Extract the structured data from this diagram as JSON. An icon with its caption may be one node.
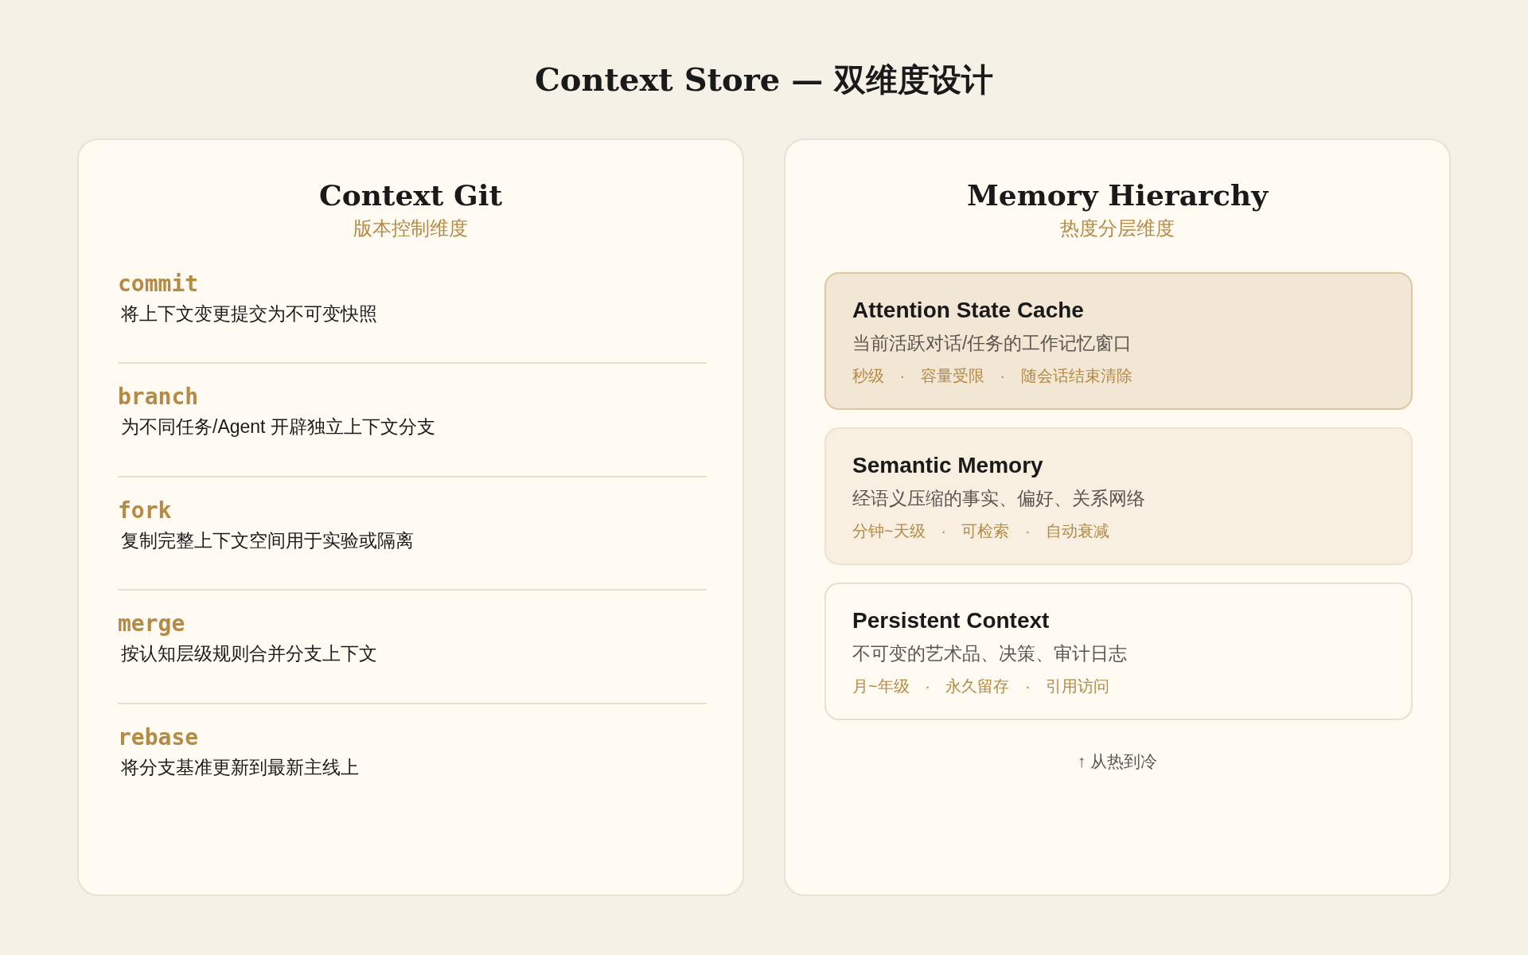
{
  "diagram": {
    "title": "Context Store — 双维度设计",
    "nodes": [
      {
        "text": [
          "Context Git",
          "版本控制维度"
        ]
      },
      {
        "text": [
          "commit",
          "将上下文变更提交为不可变快照"
        ],
        "in": 0
      },
      {
        "text": [
          "branch",
          "为不同任务/Agent 开辟独立上下文分支"
        ],
        "in": 0
      },
      {
        "text": [
          "fork",
          "复制完整上下文空间用于实验或隔离"
        ],
        "in": 0
      },
      {
        "text": [
          "merge",
          "按认知层级规则合并分支上下文"
        ],
        "in": 0
      },
      {
        "text": [
          "rebase",
          "将分支基准更新到最新主线上"
        ],
        "in": 0
      },
      {
        "text": [
          "Memory Hierarchy",
          "热度分层维度"
        ]
      },
      {
        "text": [
          "Attention State Cache",
          "当前活跃对话/任务的工作记忆窗口",
          "秒级 · 容量受限 · 随会话结束清除"
        ],
        "in": 6
      },
      {
        "text": [
          "Semantic Memory",
          "经语义压缩的事实、偏好、关系网络",
          "分钟~天级 · 可检索 · 自动衰减"
        ],
        "in": 6
      },
      {
        "text": [
          "Persistent Context",
          "不可变的艺术品、决策、审计日志",
          "月~年级 · 永久留存 · 引用访问"
        ],
        "in": 6
      }
    ],
    "labels": [
      "↑ 从热到冷"
    ]
  }
}
